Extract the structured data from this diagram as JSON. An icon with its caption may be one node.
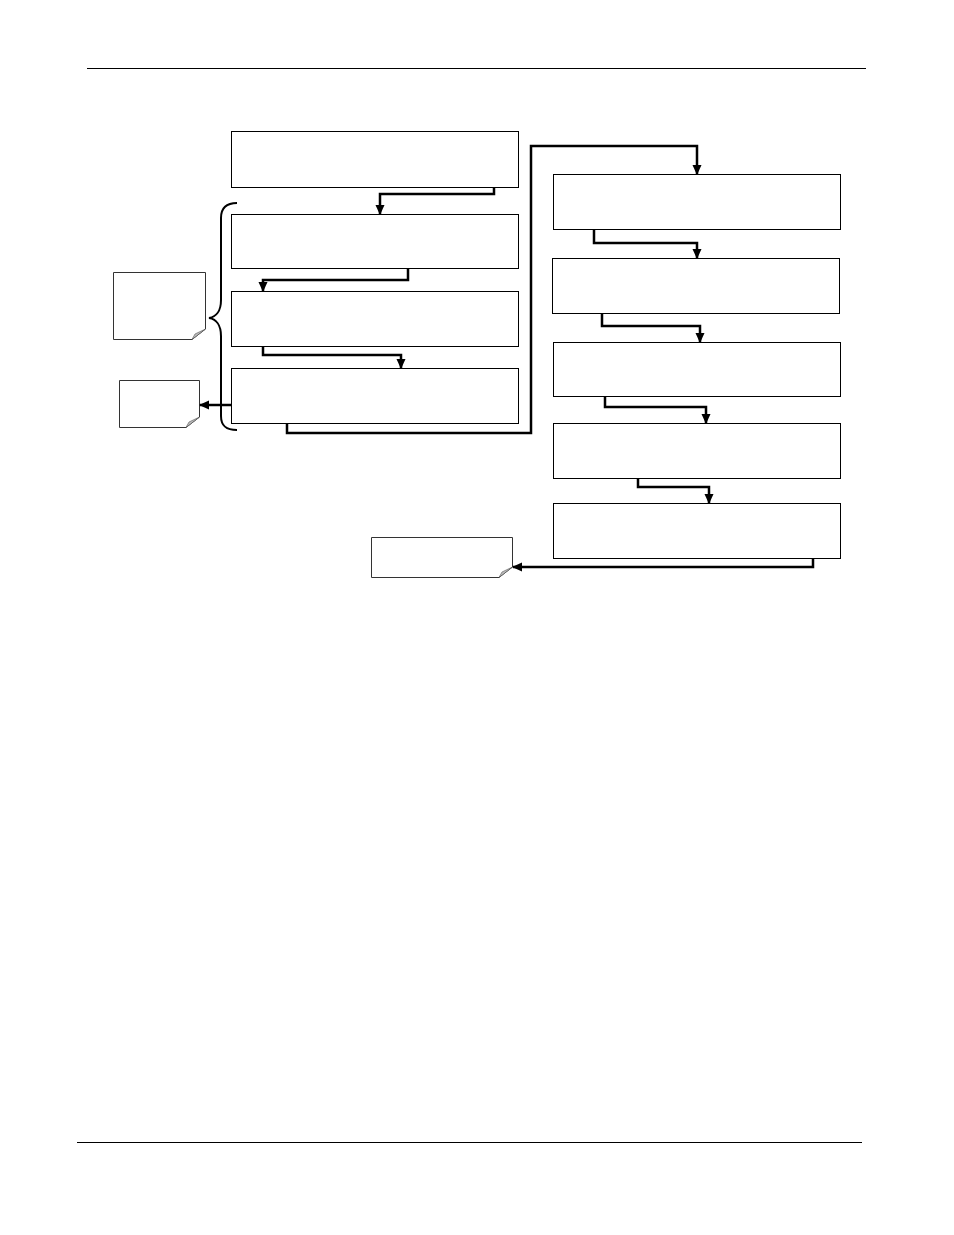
{
  "diagram": {
    "nodes": [
      {
        "text": [],
        "shape": "box"
      },
      {
        "text": [],
        "shape": "box"
      },
      {
        "text": [],
        "shape": "box"
      },
      {
        "text": [],
        "shape": "box"
      },
      {
        "text": [],
        "shape": "box"
      },
      {
        "text": [],
        "shape": "box"
      },
      {
        "text": [],
        "shape": "box"
      },
      {
        "text": [],
        "shape": "box"
      },
      {
        "text": [],
        "shape": "box"
      },
      {
        "text": [],
        "shape": "note"
      },
      {
        "text": [],
        "shape": "note"
      },
      {
        "text": [],
        "shape": "note"
      }
    ],
    "edges": [
      {
        "from": 0,
        "to": 1,
        "arrow": "to"
      },
      {
        "from": 1,
        "to": 2,
        "arrow": "to"
      },
      {
        "from": 2,
        "to": 3,
        "arrow": "to"
      },
      {
        "from": 3,
        "to": 4,
        "arrow": "to"
      },
      {
        "from": 4,
        "to": 5,
        "arrow": "to"
      },
      {
        "from": 5,
        "to": 6,
        "arrow": "to"
      },
      {
        "from": 6,
        "to": 7,
        "arrow": "to"
      },
      {
        "from": 7,
        "to": 8,
        "arrow": "to"
      },
      {
        "from": 8,
        "to": 11,
        "arrow": "to"
      },
      {
        "from": 3,
        "to": 10,
        "arrow": "to"
      }
    ]
  }
}
